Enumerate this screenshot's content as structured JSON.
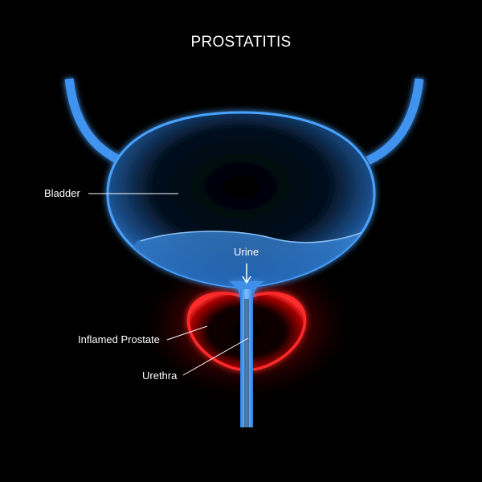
{
  "title": "PROSTATITIS",
  "labels": {
    "bladder": "Bladder",
    "urine": "Urine",
    "inflamed_prostate": "Inflamed Prostate",
    "urethra": "Urethra"
  },
  "colors": {
    "background": "#000000",
    "organ_blue": "#4aa3ff",
    "inflammation_red": "#ff2a2a",
    "text": "#ffffff"
  }
}
